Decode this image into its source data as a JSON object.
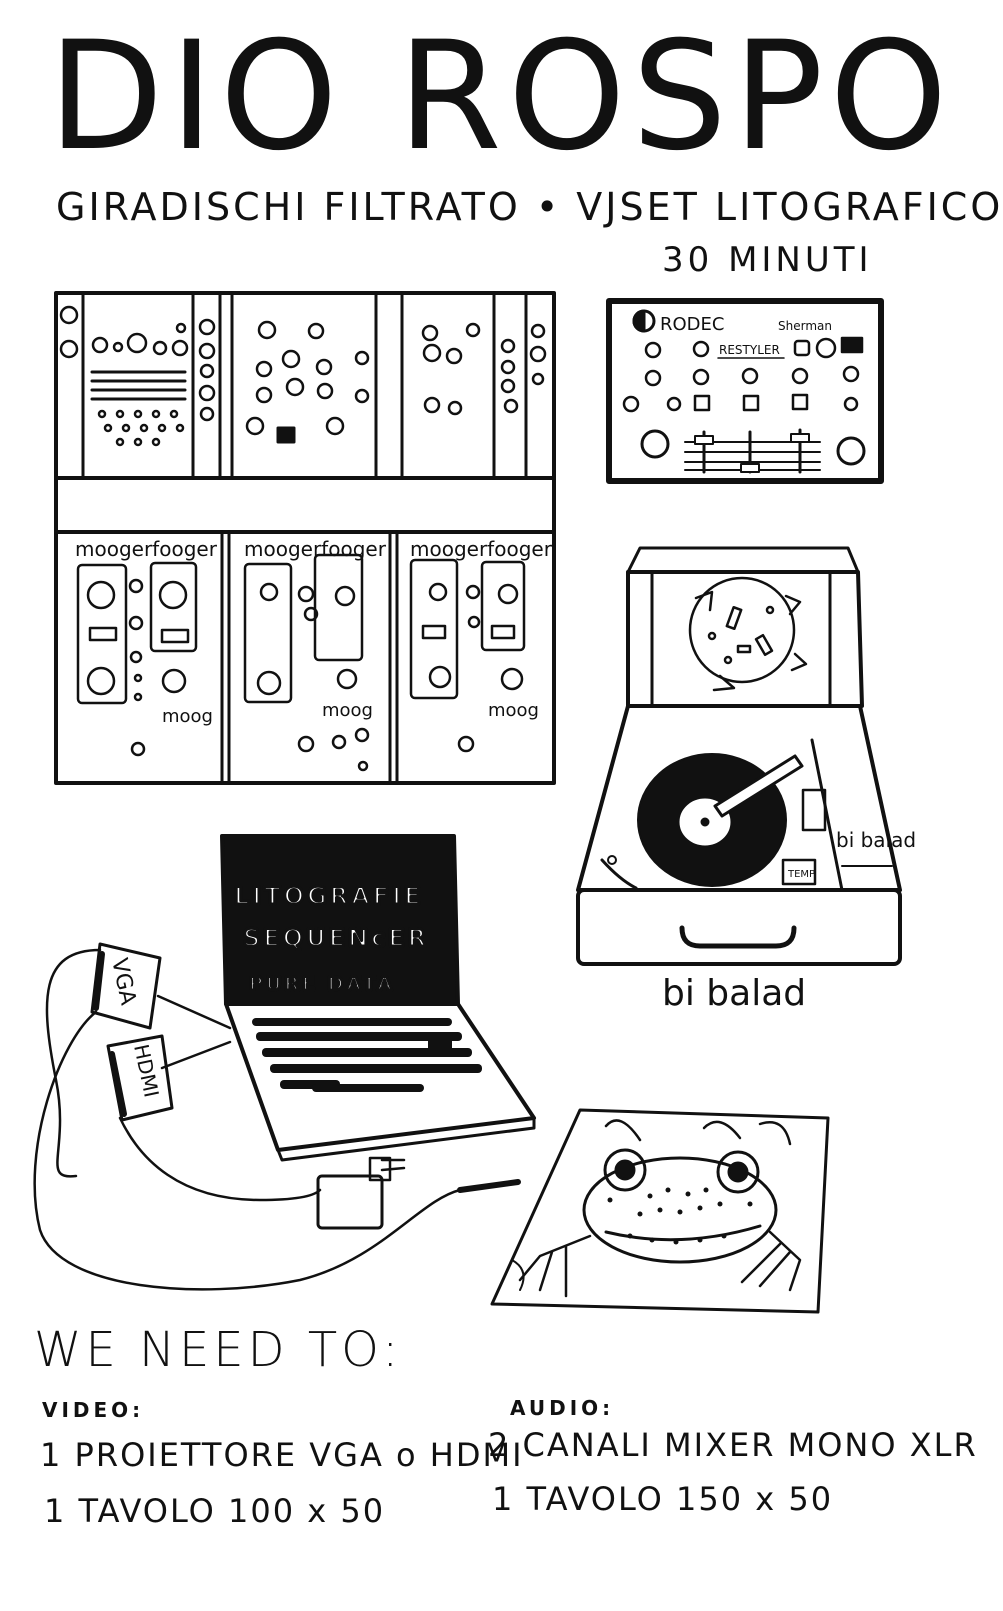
{
  "title": "DIO ROSPO",
  "subtitle": "GIRADISCHI FILTRATO • VJSET LITOGRAFICO",
  "duration": "30 MINUTI",
  "mixer": {
    "brand": "RODEC",
    "model": "Sherman",
    "label": "RESTYLER"
  },
  "filters": {
    "brand": "moogerfooger",
    "badge": "moog"
  },
  "turntable": {
    "sticker": "bi balad",
    "caption": "bi balad",
    "tempo_label": "TEMP"
  },
  "laptop": {
    "line1": "LITOGRAFIE",
    "line2": "SEQUENcER",
    "line3": "PURE DATA"
  },
  "adapters": {
    "vga": "VGA",
    "hdmi": "HDMI"
  },
  "needs": {
    "heading": "WE NEED TO:",
    "video": {
      "heading": "VIDEO:",
      "items": [
        "1 PROIETTORE VGA o HDMI",
        "1 TAVOLO 100 x 50"
      ]
    },
    "audio": {
      "heading": "AUDIO:",
      "items": [
        "2 CANALI MIXER MONO XLR",
        "1 TAVOLO 150 x 50"
      ]
    }
  }
}
